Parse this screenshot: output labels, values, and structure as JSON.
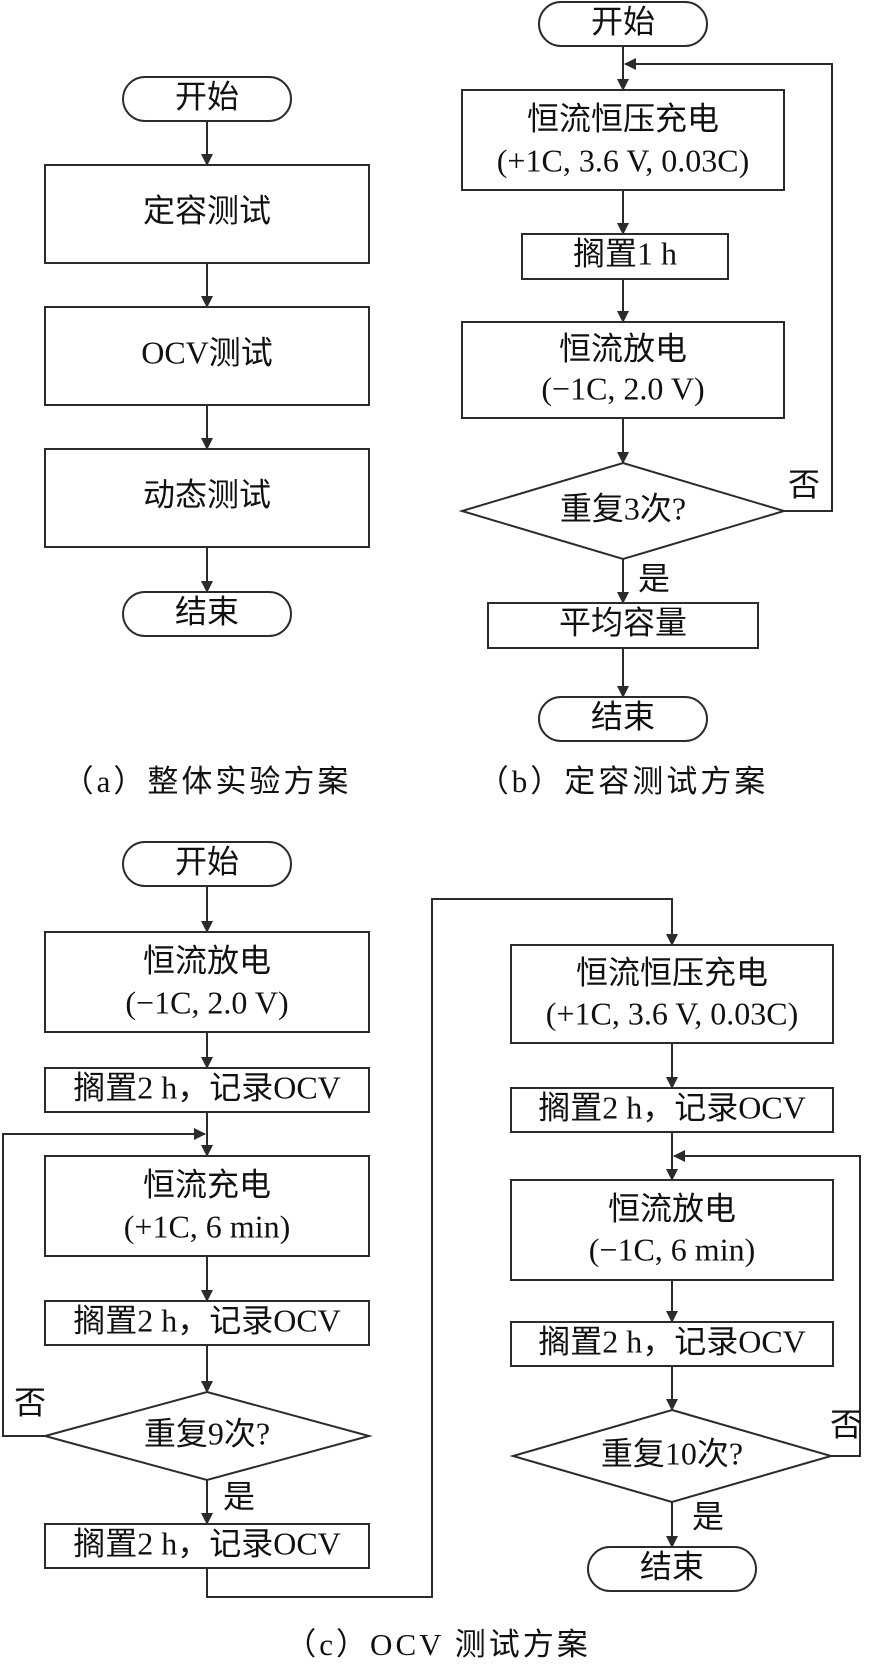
{
  "colors": {
    "line": "#2b2b2b",
    "text": "#111111",
    "background": "#ffffff"
  },
  "a": {
    "start": "开始",
    "capacity_test": "定容测试",
    "ocv_test": "OCV测试",
    "dynamic_test": "动态测试",
    "end": "结束",
    "caption": "（a）整体实验方案"
  },
  "b": {
    "start": "开始",
    "cccv_charge": "恒流恒压充电",
    "cccv_charge_params": "(+1C, 3.6 V, 0.03C)",
    "rest": "搁置1 h",
    "cc_discharge": "恒流放电",
    "cc_discharge_params": "(−1C, 2.0 V)",
    "decision": "重复3次?",
    "no": "否",
    "yes": "是",
    "avg_capacity": "平均容量",
    "end": "结束",
    "caption": "（b）定容测试方案"
  },
  "c": {
    "left": {
      "start": "开始",
      "cc_discharge": "恒流放电",
      "cc_discharge_params": "(−1C, 2.0 V)",
      "rest_record_1": "搁置2 h，记录OCV",
      "cc_charge": "恒流充电",
      "cc_charge_params": "(+1C, 6 min)",
      "rest_record_2": "搁置2 h，记录OCV",
      "decision": "重复9次?",
      "no": "否",
      "yes": "是",
      "rest_record_3": "搁置2 h，记录OCV"
    },
    "right": {
      "cccv_charge": "恒流恒压充电",
      "cccv_charge_params": "(+1C, 3.6 V, 0.03C)",
      "rest_record_1": "搁置2 h，记录OCV",
      "cc_discharge": "恒流放电",
      "cc_discharge_params": "(−1C, 6 min)",
      "rest_record_2": "搁置2 h，记录OCV",
      "decision": "重复10次?",
      "no": "否",
      "yes": "是",
      "end": "结束"
    },
    "caption": "（c）OCV 测试方案"
  }
}
